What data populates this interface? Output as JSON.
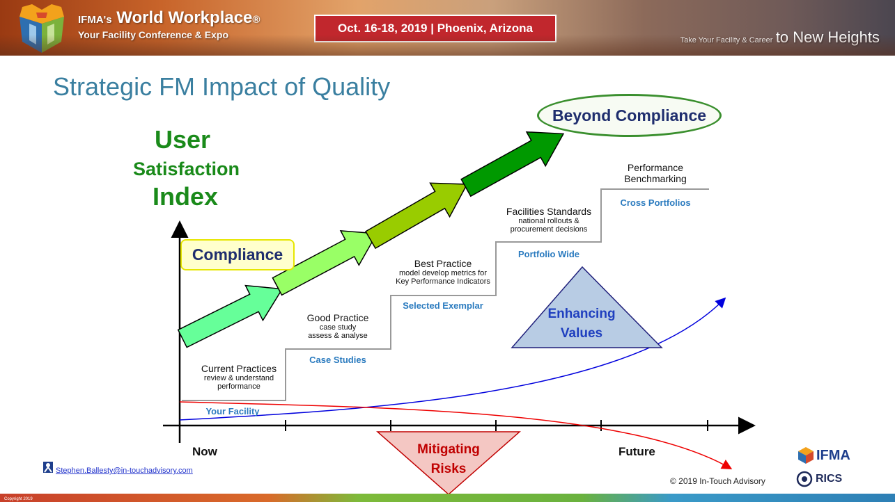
{
  "header": {
    "brand_prefix": "IFMA's",
    "brand_name": "World Workplace",
    "brand_reg": "®",
    "subtitle": "Your Facility Conference & Expo",
    "date_location": "Oct. 16-18, 2019 | Phoenix, Arizona",
    "tagline_small": "Take Your Facility & Career",
    "tagline_large": "to New Heights"
  },
  "title": "Strategic FM Impact of Quality",
  "y_axis_label": {
    "line1": "User",
    "line2": "Satisfaction",
    "line3": "Index"
  },
  "compliance_label": "Compliance",
  "beyond_compliance_label": "Beyond Compliance",
  "steps": [
    {
      "title": "Current Practices",
      "sub1": "review & understand",
      "sub2": "performance",
      "tag": "Your Facility"
    },
    {
      "title": "Good Practice",
      "sub1": "case study",
      "sub2": "assess & analyse",
      "tag": "Case Studies"
    },
    {
      "title": "Best Practice",
      "sub1": "model develop metrics for",
      "sub2": "Key Performance Indicators",
      "tag": "Selected Exemplar"
    },
    {
      "title": "Facilities Standards",
      "sub1": "national rollouts &",
      "sub2": "procurement decisions",
      "tag": "Portfolio Wide"
    },
    {
      "title": "Performance",
      "sub1": "Benchmarking",
      "sub2": "",
      "tag": "Cross Portfolios"
    }
  ],
  "enhancing_values": {
    "line1": "Enhancing",
    "line2": "Values"
  },
  "mitigating_risks": {
    "line1": "Mitigating",
    "line2": "Risks"
  },
  "x_axis": {
    "start": "Now",
    "end": "Future"
  },
  "footer": {
    "email": "Stephen.Ballesty@in-touchadvisory.com",
    "copyright": "© 2019 In-Touch Advisory",
    "logo1": "IFMA",
    "logo2": "RICS",
    "strip_note": "Copyright 2019"
  },
  "colors": {
    "title": "#3a7fa0",
    "axis_label": "#1a8a1a",
    "tag": "#2b7bbf",
    "enhancing_fill": "#b8cce4",
    "mitigating_fill": "#f4c7c3",
    "mitigating_text": "#c00000",
    "enhancing_text": "#1f3fbf"
  }
}
